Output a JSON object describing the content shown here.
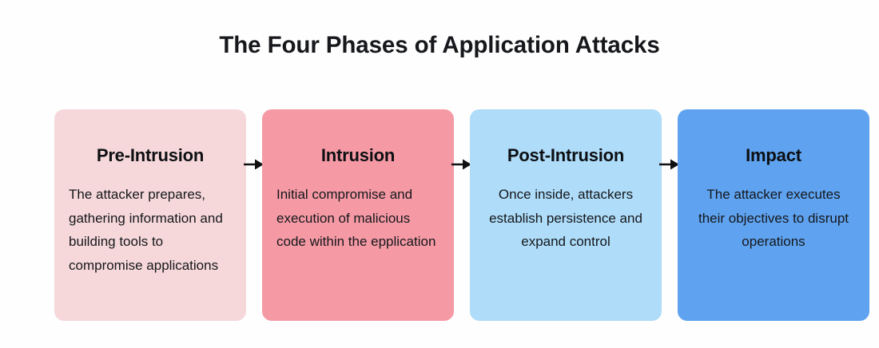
{
  "header": {
    "title": "The Four Phases of Application Attacks"
  },
  "colors": {
    "background": "#fefefe",
    "title_text": "#16181c",
    "body_text": "#15171b",
    "arrow": "#111111",
    "phase1_bg": "#f6d8db",
    "phase2_bg": "#f59aa5",
    "phase3_bg": "#aedcf9",
    "phase4_bg": "#5fa3f0"
  },
  "flow": {
    "connector_icon": "arrow-right-icon",
    "phases": [
      {
        "id": "pre-intrusion",
        "title": "Pre-Intrusion",
        "body": "The attacker prepares, gathering information and building tools to compromise applications",
        "bg": "#f6d8db",
        "align": "left"
      },
      {
        "id": "intrusion",
        "title": "Intrusion",
        "body": "Initial compromise and execution of malicious code within the epplication",
        "bg": "#f59aa5",
        "align": "left"
      },
      {
        "id": "post-intrusion",
        "title": "Post-Intrusion",
        "body": "Once inside, attackers establish persistence and expand control",
        "bg": "#aedcf9",
        "align": "center"
      },
      {
        "id": "impact",
        "title": "Impact",
        "body": "The attacker executes their objectives to disrupt operations",
        "bg": "#5fa3f0",
        "align": "center"
      }
    ]
  }
}
